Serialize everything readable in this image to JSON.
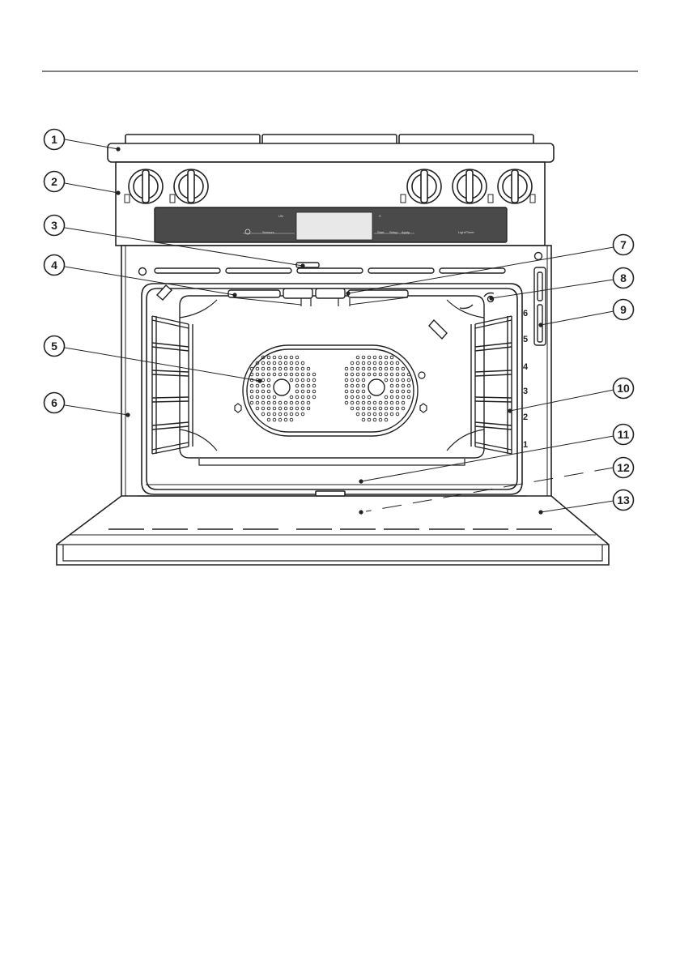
{
  "control_panel": {
    "display_top_left": "UN",
    "display_top_right": "S",
    "sensor_label": "Sensors",
    "buttons": [
      "Start",
      "Setup",
      "Apply"
    ],
    "right_label": "Light/Timer"
  },
  "shelf_levels": [
    "6",
    "5",
    "4",
    "3",
    "2",
    "1"
  ],
  "callouts": [
    "1",
    "2",
    "3",
    "4",
    "5",
    "6",
    "7",
    "8",
    "9",
    "10",
    "11",
    "12",
    "13"
  ]
}
